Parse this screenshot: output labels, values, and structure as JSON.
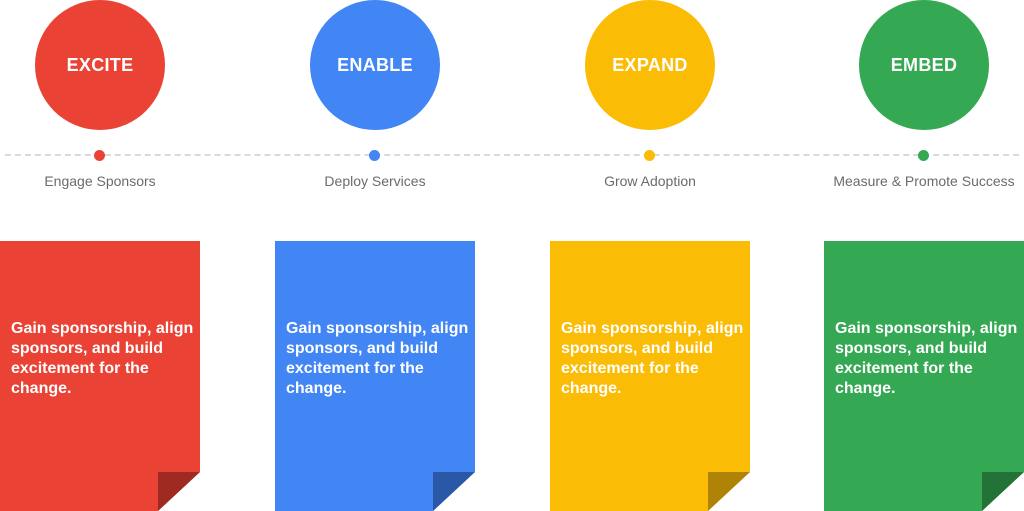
{
  "stages": [
    {
      "title": "EXCITE",
      "subtitle": "Engage Sponsors",
      "description": "Gain sponsorship, align sponsors, and build excitement for the change.",
      "color": "#EA4335",
      "fold_color": "#9E2A21"
    },
    {
      "title": "ENABLE",
      "subtitle": "Deploy Services",
      "description": "Gain sponsorship, align sponsors, and build excitement for the change.",
      "color": "#4285F4",
      "fold_color": "#2B58A6"
    },
    {
      "title": "EXPAND",
      "subtitle": "Grow Adoption",
      "description": "Gain sponsorship, align sponsors, and build excitement for the change.",
      "color": "#FBBC05",
      "fold_color": "#AE8306"
    },
    {
      "title": "EMBED",
      "subtitle": "Measure & Promote Success",
      "description": "Gain sponsorship, align sponsors, and build excitement for the change.",
      "color": "#34A853",
      "fold_color": "#237339"
    }
  ]
}
